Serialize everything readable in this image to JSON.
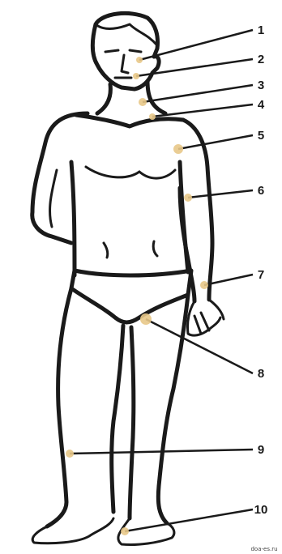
{
  "diagram": {
    "dot_color": "#e8c888",
    "line_color": "#1a1a1a",
    "points": [
      {
        "label": "1"
      },
      {
        "label": "2"
      },
      {
        "label": "3"
      },
      {
        "label": "4"
      },
      {
        "label": "5"
      },
      {
        "label": "6"
      },
      {
        "label": "7"
      },
      {
        "label": "8"
      },
      {
        "label": "9"
      },
      {
        "label": "10"
      }
    ],
    "watermark": "doa-es.ru"
  }
}
